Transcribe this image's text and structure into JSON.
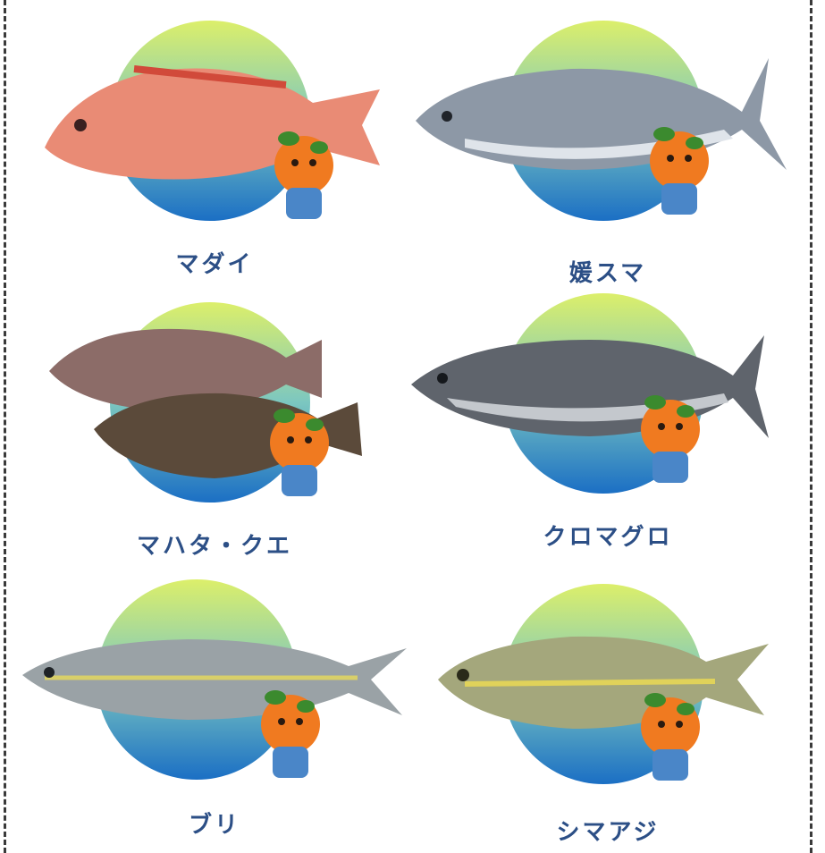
{
  "fish": [
    {
      "name": "マダイ",
      "kind": "red-sea-bream"
    },
    {
      "name": "媛スマ",
      "kind": "bonito"
    },
    {
      "name": "マハタ・クエ",
      "kind": "grouper"
    },
    {
      "name": "クロマグロ",
      "kind": "tuna"
    },
    {
      "name": "ブリ",
      "kind": "yellowtail"
    },
    {
      "name": "シマアジ",
      "kind": "jack"
    }
  ],
  "colors": {
    "label": "#2c4f86",
    "circle_top": "#dcef6a",
    "circle_bottom": "#1b6fc4",
    "mascot": "#f07a20"
  }
}
